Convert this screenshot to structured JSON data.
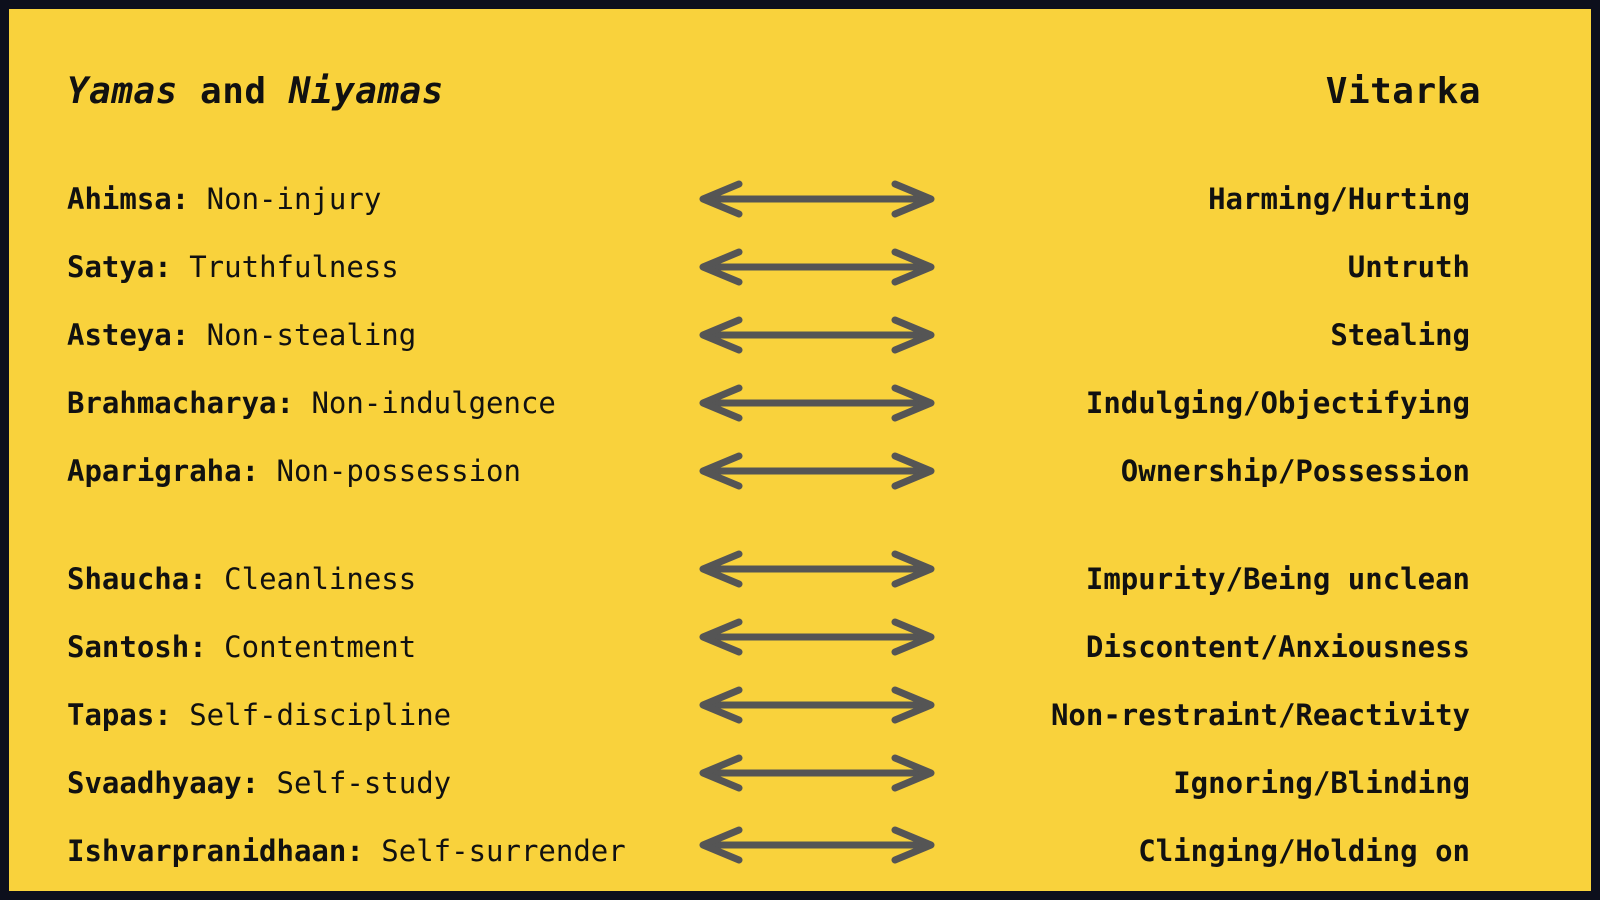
{
  "header": {
    "left_part1": "Yamas",
    "left_part2": " and ",
    "left_part3": "Niyamas",
    "right": "Vitarka"
  },
  "colors": {
    "background": "#f9d23c",
    "frame": "#0d0f1c",
    "text": "#111111",
    "arrow": "#555555"
  },
  "arrow_icon": "double-headed-arrow",
  "yamas": [
    {
      "term": "Ahimsa:",
      "meaning": " Non-injury",
      "opposite": "Harming/Hurting"
    },
    {
      "term": "Satya:",
      "meaning": " Truthfulness",
      "opposite": "Untruth"
    },
    {
      "term": "Asteya:",
      "meaning": " Non-stealing",
      "opposite": "Stealing"
    },
    {
      "term": "Brahmacharya:",
      "meaning": " Non-indulgence",
      "opposite": "Indulging/Objectifying"
    },
    {
      "term": "Aparigraha:",
      "meaning": " Non-possession",
      "opposite": "Ownership/Possession"
    }
  ],
  "niyamas": [
    {
      "term": "Shaucha:",
      "meaning": " Cleanliness",
      "opposite": "Impurity/Being unclean"
    },
    {
      "term": "Santosh:",
      "meaning": " Contentment",
      "opposite": "Discontent/Anxiousness"
    },
    {
      "term": "Tapas:",
      "meaning": " Self-discipline",
      "opposite": "Non-restraint/Reactivity"
    },
    {
      "term": "Svaadhyaay:",
      "meaning": " Self-study",
      "opposite": "Ignoring/Blinding"
    },
    {
      "term": "Ishvarpranidhaan:",
      "meaning": " Self-surrender",
      "opposite": "Clinging/Holding on"
    }
  ]
}
